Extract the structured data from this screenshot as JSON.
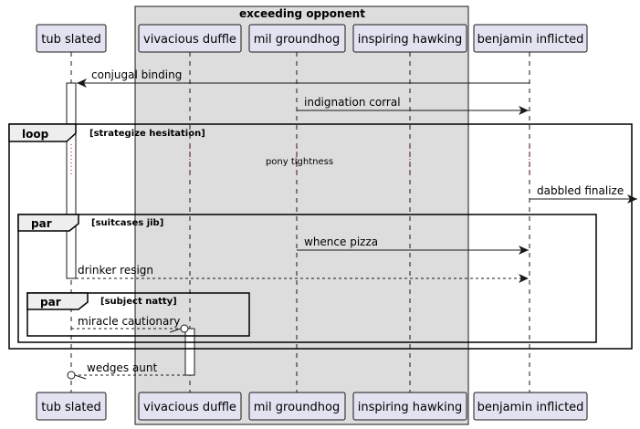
{
  "group": {
    "title": "exceeding opponent"
  },
  "participants": [
    "tub slated",
    "vivacious duffle",
    "mil groundhog",
    "inspiring hawking",
    "benjamin inflicted"
  ],
  "messages": [
    "conjugal binding",
    "indignation corral",
    "dabbled finalize",
    "whence pizza",
    "drinker resign",
    "miracle cautionary",
    "wedges aunt"
  ],
  "fragments": {
    "loop": {
      "keyword": "loop",
      "condition": "[strategize hesitation]"
    },
    "par1": {
      "keyword": "par",
      "condition": "[suitcases jib]"
    },
    "par2": {
      "keyword": "par",
      "condition": "[subject natty]"
    }
  },
  "delay": {
    "label": "pony tightness"
  },
  "colors": {
    "participant_fill": "#E2E2F0",
    "participant_border": "#181818",
    "group_fill": "#DDDDDD",
    "lifeline": "#181818",
    "arrow": "#181818"
  }
}
